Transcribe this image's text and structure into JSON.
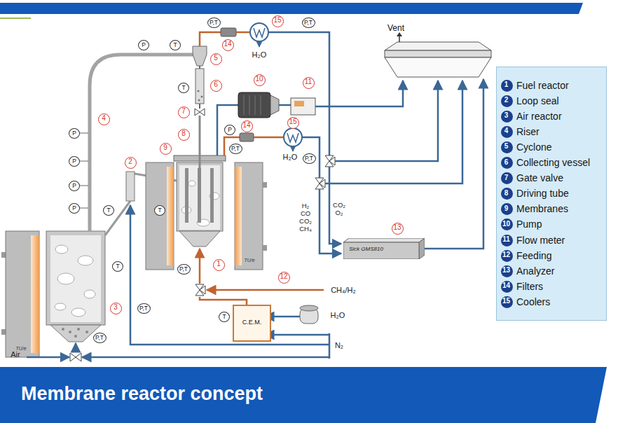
{
  "diagram": {
    "title": "Membrane reactor concept",
    "nodes": [
      {
        "text": [
          "Vent"
        ]
      },
      {
        "text": [
          "C.E.M."
        ]
      },
      {
        "text": [
          "Sick GMS810"
        ]
      }
    ],
    "edges": [
      {
        "from": 2,
        "to": 0,
        "arrow": "to"
      }
    ],
    "labels": [
      "1",
      "2",
      "3",
      "4",
      "5",
      "6",
      "7",
      "8",
      "9",
      "10",
      "11",
      "12",
      "13",
      "14",
      "14",
      "15",
      "15",
      "P,T",
      "P,T",
      "P,T",
      "P,T",
      "P,T",
      "P,T",
      "P,T",
      "P",
      "P",
      "P",
      "P",
      "P",
      "P",
      "T",
      "T",
      "T",
      "T",
      "T",
      "T",
      "H₂O",
      "H₂O",
      "H₂O",
      "CH₄/H₂",
      "N₂",
      "Air",
      "TU/e",
      "TU/e",
      "H₂ CO CO₂ CH₄",
      "CO₂ O₂",
      "1",
      "2",
      "3",
      "4",
      "5",
      "6",
      "7",
      "8",
      "9",
      "10",
      "11",
      "12",
      "13",
      "14",
      "15"
    ],
    "legend": [
      {
        "text": "Fuel reactor",
        "color": "#1b3f8b"
      },
      {
        "text": "Loop seal",
        "color": "#1b3f8b"
      },
      {
        "text": "Air reactor",
        "color": "#1b3f8b"
      },
      {
        "text": "Riser",
        "color": "#1b3f8b"
      },
      {
        "text": "Cyclone",
        "color": "#1b3f8b"
      },
      {
        "text": "Collecting vessel",
        "color": "#1b3f8b"
      },
      {
        "text": "Gate valve",
        "color": "#1b3f8b"
      },
      {
        "text": "Driving tube",
        "color": "#1b3f8b"
      },
      {
        "text": "Membranes",
        "color": "#1b3f8b"
      },
      {
        "text": "Pump",
        "color": "#1b3f8b"
      },
      {
        "text": "Flow meter",
        "color": "#1b3f8b"
      },
      {
        "text": "Feeding",
        "color": "#1b3f8b"
      },
      {
        "text": "Analyzer",
        "color": "#1b3f8b"
      },
      {
        "text": "Filters",
        "color": "#1b3f8b"
      },
      {
        "text": "Coolers",
        "color": "#1b3f8b"
      }
    ]
  }
}
